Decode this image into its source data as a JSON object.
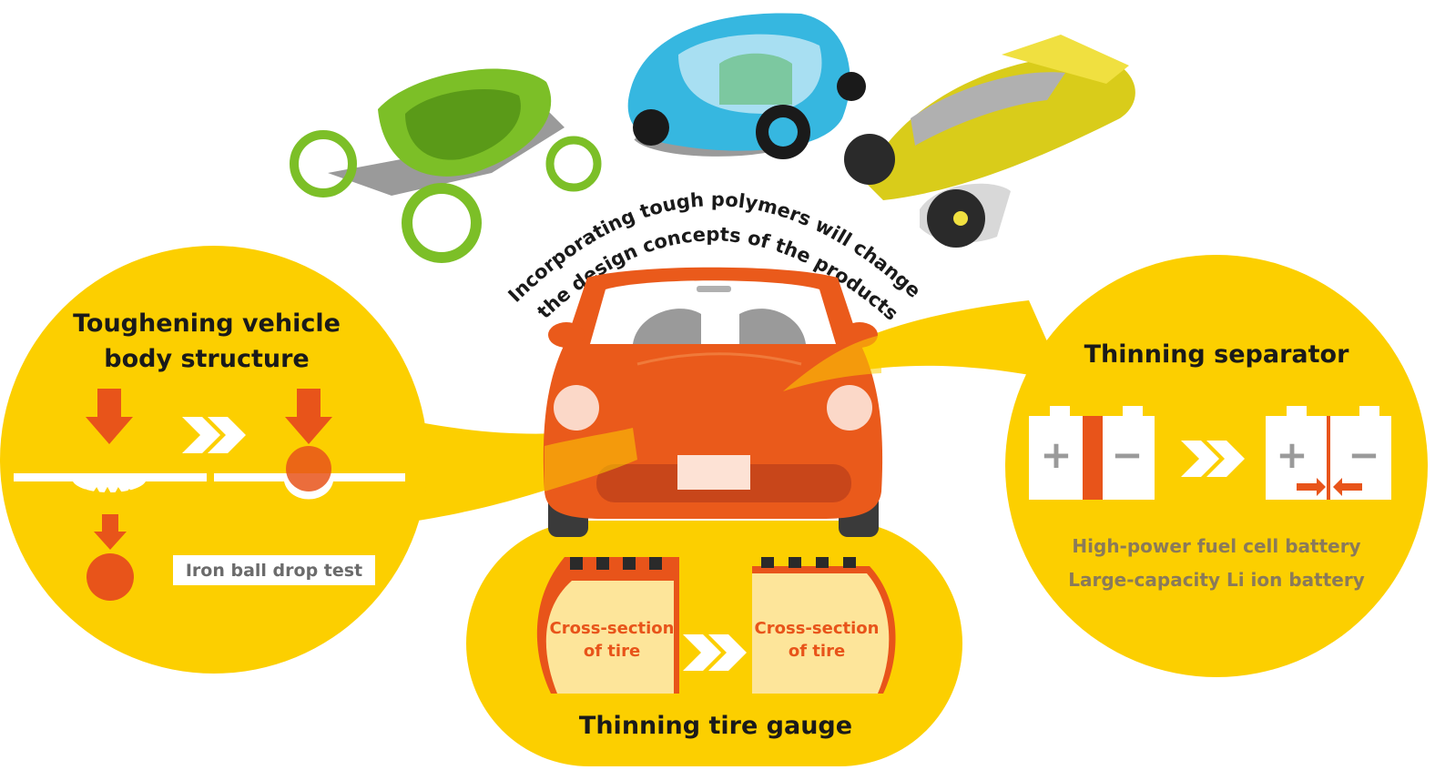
{
  "headline": {
    "line1": "Incorporating tough polymers will change",
    "line2": "the design concepts of the products"
  },
  "body_structure": {
    "title_line1": "Toughening vehicle",
    "title_line2": "body structure",
    "test_label": "Iron ball drop test"
  },
  "separator": {
    "title": "Thinning separator",
    "plus": "+",
    "minus": "−",
    "battery1": "High-power fuel cell battery",
    "battery2": "Large-capacity Li ion battery"
  },
  "tire": {
    "title": "Thinning tire gauge",
    "before_line1": "Cross-section",
    "before_line2": "of tire",
    "after_line1": "Cross-section",
    "after_line2": "of tire"
  },
  "colors": {
    "yellow": "#fccf00",
    "orange": "#e8541a",
    "car": "#ea5a1b",
    "pale": "#fde59a"
  },
  "icons": [
    "green-concept-vehicle-icon",
    "blue-concept-vehicle-icon",
    "yellow-concept-vehicle-icon",
    "orange-car-icon",
    "chevron-arrow-icon",
    "down-arrow-icon",
    "iron-ball-icon",
    "battery-icon"
  ]
}
